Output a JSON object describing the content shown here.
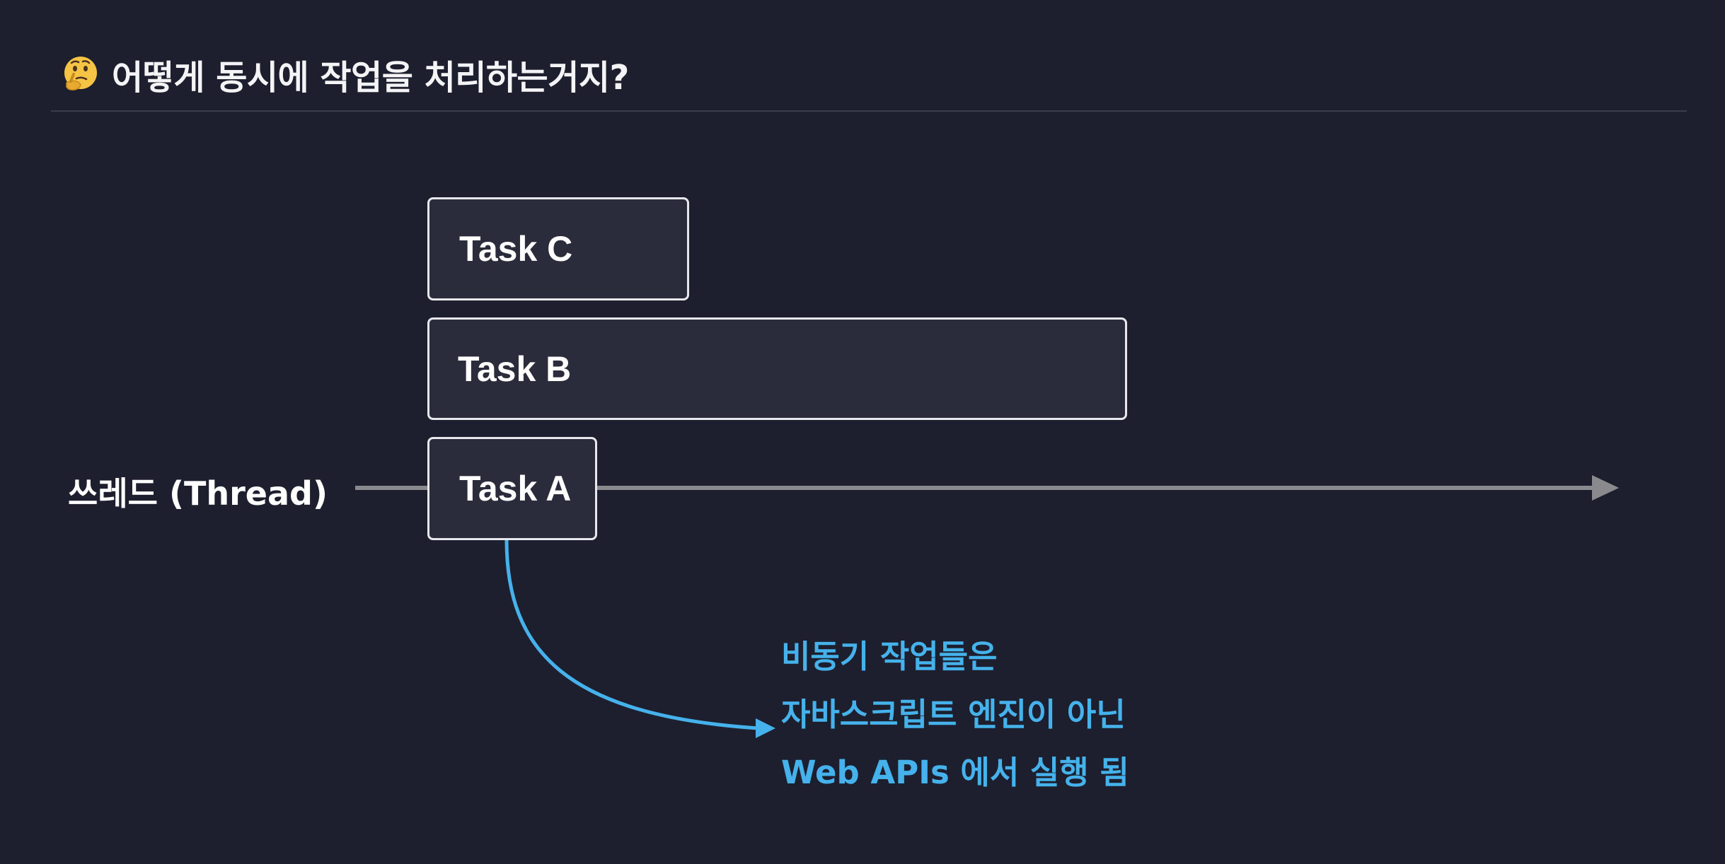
{
  "header": {
    "icon": "thinking-face-icon",
    "title": "어떻게 동시에 작업을 처리하는거지?"
  },
  "diagram": {
    "thread_label": "쓰레드 (Thread)",
    "tasks": {
      "a": "Task A",
      "b": "Task B",
      "c": "Task C"
    },
    "note_lines": [
      "비동기 작업들은",
      "자바스크립트 엔진이 아닌",
      "Web APIs 에서 실행 됨"
    ]
  },
  "colors": {
    "background": "#1d1f2e",
    "box_fill": "#2a2c3c",
    "box_border": "#e8e8ec",
    "thread_arrow": "#8a8a8e",
    "note_accent": "#46b2ec"
  }
}
